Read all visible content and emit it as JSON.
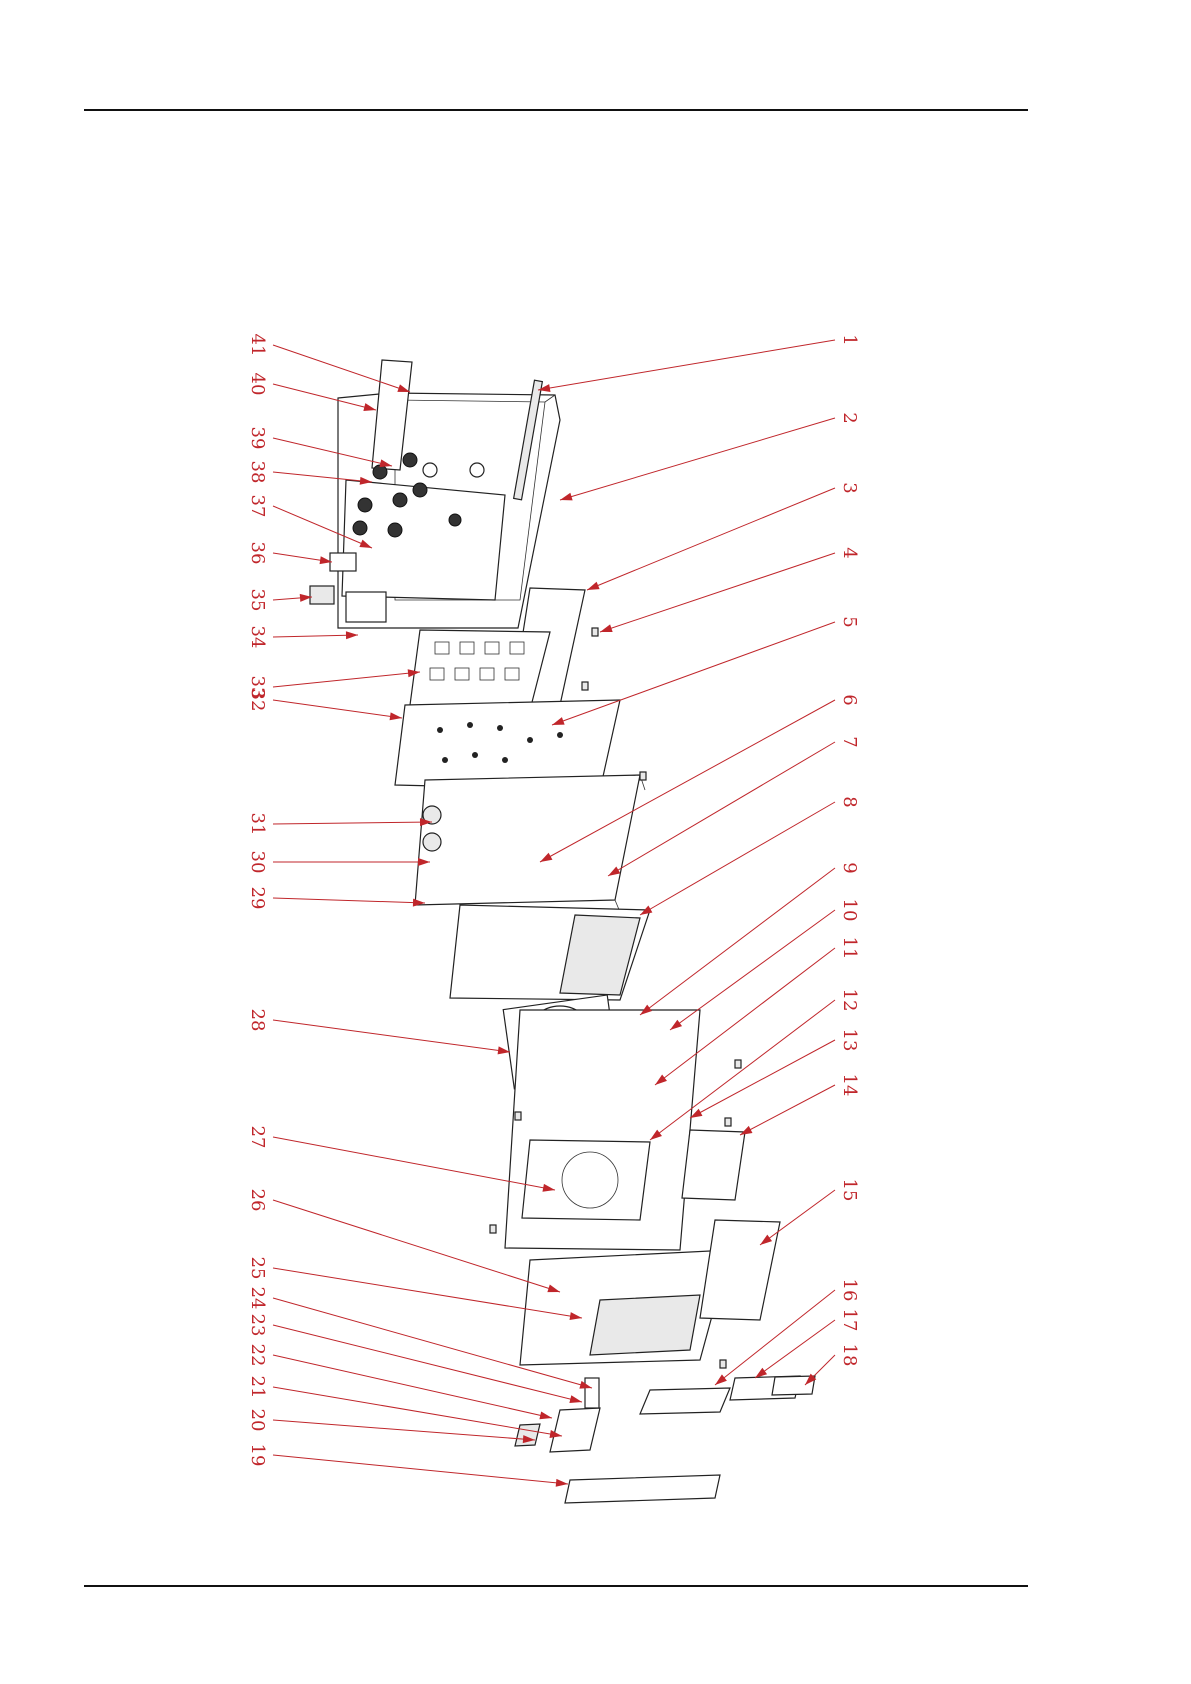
{
  "callouts": [
    {
      "n": "1"
    },
    {
      "n": "2"
    },
    {
      "n": "3"
    },
    {
      "n": "4"
    },
    {
      "n": "5"
    },
    {
      "n": "6"
    },
    {
      "n": "7"
    },
    {
      "n": "8"
    },
    {
      "n": "9"
    },
    {
      "n": "10"
    },
    {
      "n": "11"
    },
    {
      "n": "12"
    },
    {
      "n": "13"
    },
    {
      "n": "14"
    },
    {
      "n": "15"
    },
    {
      "n": "16"
    },
    {
      "n": "17"
    },
    {
      "n": "18"
    },
    {
      "n": "19"
    },
    {
      "n": "20"
    },
    {
      "n": "21"
    },
    {
      "n": "22"
    },
    {
      "n": "23"
    },
    {
      "n": "24"
    },
    {
      "n": "25"
    },
    {
      "n": "26"
    },
    {
      "n": "27"
    },
    {
      "n": "28"
    },
    {
      "n": "29"
    },
    {
      "n": "30"
    },
    {
      "n": "31"
    },
    {
      "n": "32"
    },
    {
      "n": "33"
    },
    {
      "n": "34"
    },
    {
      "n": "35"
    },
    {
      "n": "36"
    },
    {
      "n": "37"
    },
    {
      "n": "38"
    },
    {
      "n": "39"
    },
    {
      "n": "40"
    },
    {
      "n": "41"
    }
  ],
  "colors": {
    "callout": "#c0262b",
    "line": "#111111"
  }
}
